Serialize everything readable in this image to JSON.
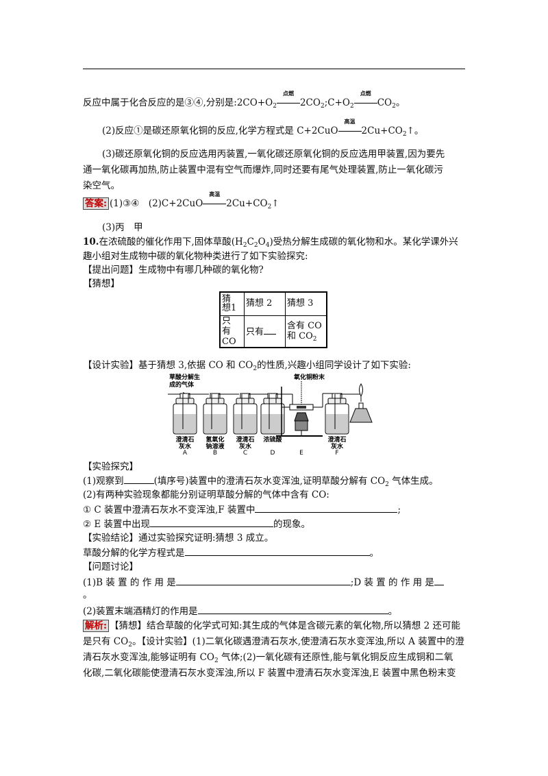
{
  "prev_analysis": {
    "line1_pre": "反应中属于化合反应的是③④,分别是:2CO+O",
    "line1_sub1": "2",
    "cond_ignite": "点燃",
    "line1_mid": "2CO",
    "line1_sub2": "2",
    "line1_mid2": ";C+O",
    "line1_sub3": "2",
    "line1_end": "CO",
    "line1_sub4": "2",
    "line1_tail": "。",
    "line2_pre": "(2)反应①是碳还原氧化铜的反应,化学方程式是 C+2CuO",
    "cond_high_temp": "高温",
    "line2_post": "2Cu+CO",
    "line2_sub": "2",
    "line2_tail": "↑。",
    "line3": "(3)碳还原氧化铜的反应选用丙装置,一氧化碳还原氧化铜的反应选用甲装置,因为要先",
    "line4": "通一氧化碳再加热,防止装置中混有空气而爆炸,同时还要有尾气处理装置,防止一氧化碳污",
    "line5": "染空气。"
  },
  "answer": {
    "label": "答案:",
    "part1": "(1)③④　(2)C+2CuO",
    "cond": "高温",
    "part2": "2Cu+CO",
    "sub": "2",
    "tail": "↑",
    "part3": "(3)丙　甲"
  },
  "q10": {
    "num": "10.",
    "l1_a": "在浓硫酸的催化作用下,固体草酸(H",
    "l1_s1": "2",
    "l1_b": "C",
    "l1_s2": "2",
    "l1_c": "O",
    "l1_s3": "4",
    "l1_d": ")受热分解生成碳的氧化物和水。某化学课外兴",
    "l2": "趣小组对生成物中碳的氧化物种类进行了如下实验探究:",
    "l3": "【提出问题】生成物中有哪几种碳的氧化物?",
    "l4": "【猜想】",
    "table": {
      "h1": "猜 想1",
      "h2": "猜想 2",
      "h3": "猜想 3",
      "c1": "只 有CO",
      "c2": "只有",
      "c3a": "含有 CO",
      "c3b": "和 CO",
      "c3sub": "2"
    },
    "design_a": "【设计实验】基于猜想 3,依据 CO 和 CO",
    "design_sub": "2",
    "design_b": "的性质,兴趣小组同学设计了如下实验:",
    "apparatus": {
      "gas_label_1": "草酸分解生",
      "gas_label_2": "成的气体",
      "cuo_label": "氧化铜粉末",
      "bottles": [
        {
          "l1": "澄清石",
          "l2": "灰水",
          "letter": "A"
        },
        {
          "l1": "氢氧化",
          "l2": "钠溶液",
          "letter": "B"
        },
        {
          "l1": "澄清石",
          "l2": "灰水",
          "letter": "C"
        },
        {
          "l1": "浓硫酸",
          "l2": "",
          "letter": "D"
        },
        {
          "l1": "",
          "l2": "",
          "letter": "E"
        },
        {
          "l1": "澄清石",
          "l2": "灰水",
          "letter": "F"
        }
      ]
    },
    "explore": "【实验探究】",
    "e1_a": "(1)观察到",
    "e1_b": "(填序号)装置中的澄清石灰水变浑浊,证明草酸分解有 CO",
    "e1_sub": "2",
    "e1_c": " 气体生成。",
    "e2": "(2)有两种实验现象都能分别证明草酸分解的气体中含有 CO:",
    "e3_a": "① C 装置中澄清石灰水不变浑浊,F 装置中",
    "e3_b": ";",
    "e4_a": "② E 装置中出现",
    "e4_b": "的现象。",
    "concl": "【实验结论】通过实验探究证明:猜想 3 成立。",
    "eq_a": "草酸分解的化学方程式是",
    "eq_b": "。",
    "disc": "【问题讨论】",
    "d1_a": "(1)B  装  置  的  作  用  是",
    "d1_b": ";D  装  置  的  作  用  是",
    "d1_c": "。",
    "d2_a": "(2)装置末端酒精灯的作用是",
    "d2_b": "。"
  },
  "analysis": {
    "label": "解析:",
    "l1": "【猜想】结合草酸的化学式可知:其生成的气体是含碳元素的氧化物,所以猜想 2 还可能",
    "l2_a": "是只有 CO",
    "l2_sub": "2",
    "l2_b": "。【设计实验】(1)二氧化碳遇澄清石灰水,使澄清石灰水变浑浊,所以 A 装置中的澄",
    "l3_a": "清石灰水变浑浊,能够证明有 CO",
    "l3_sub": "2",
    "l3_b": " 气体;(2)一氧化碳有还原性,能与氧化铜反应生成铜和二氧",
    "l4": "化碳,二氧化碳能使澄清石灰水变浑浊,所以 F 装置中澄清石灰水变浑浊,E 装置中黑色粉末变"
  }
}
